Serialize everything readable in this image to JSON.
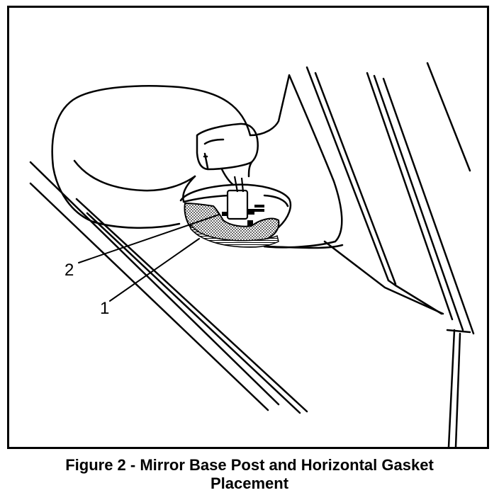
{
  "figure": {
    "callouts": {
      "one": "1",
      "two": "2"
    },
    "caption": {
      "line1": "Figure 2 - Mirror Base Post and Horizontal Gasket",
      "line2": "Placement"
    }
  },
  "colors": {
    "ink": "#000000",
    "paper": "#ffffff",
    "gasket_stipple": "#9a9a9a"
  }
}
